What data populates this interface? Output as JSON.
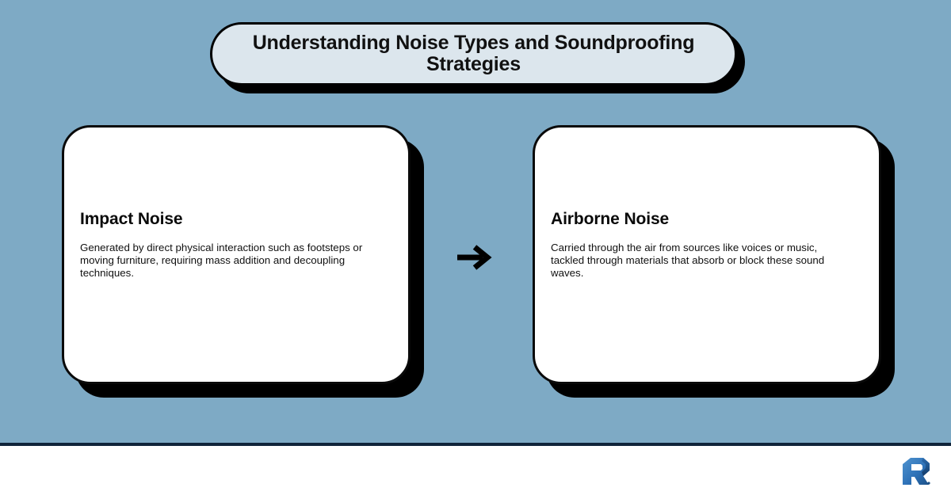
{
  "theme": {
    "background_color": "#7eaac5",
    "title_pill_color": "#dce6ed",
    "card_color": "#ffffff",
    "shadow_color": "#000000",
    "text_color": "#111111",
    "footer_rule_color": "#10243a",
    "footer_background": "#ffffff",
    "logo_color": "#2e72b8",
    "logo_color_dark": "#1b4f86"
  },
  "title": {
    "text": "Understanding Noise Types and Soundproofing Strategies"
  },
  "cards": [
    {
      "id": "impact-noise",
      "title": "Impact Noise",
      "body": "Generated by direct physical interaction such as footsteps or moving furniture, requiring mass addition and decoupling techniques."
    },
    {
      "id": "airborne-noise",
      "title": "Airborne Noise",
      "body": "Carried through the air from sources like voices or music, tackled through materials that absorb or block these sound waves."
    }
  ],
  "connector": {
    "icon": "arrow-right-icon",
    "direction": "right"
  },
  "footer": {
    "logo": {
      "icon": "brand-r-logo",
      "alt": "R"
    }
  }
}
